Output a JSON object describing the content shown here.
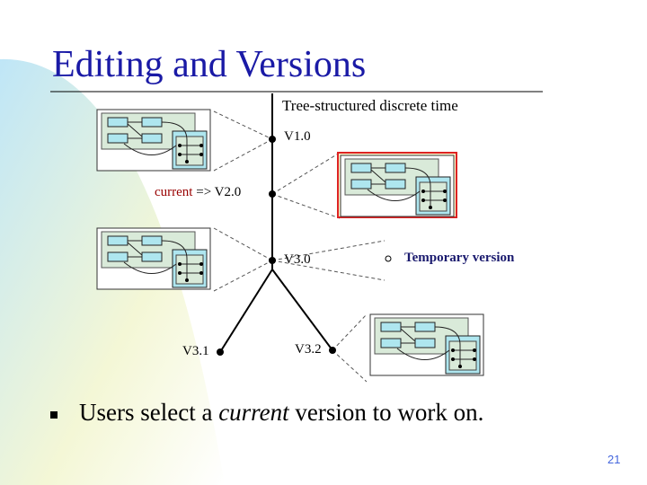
{
  "slide": {
    "title": "Editing and Versions",
    "subtitle": "Tree-structured discrete time",
    "versions": {
      "v10": "V1.0",
      "v20": "V2.0",
      "v30": "V3.0",
      "v31": "V3.1",
      "v32": "V3.2"
    },
    "current_word": "current",
    "current_arrow": "=>",
    "temporary_label": "Temporary version",
    "bullet": {
      "before": "Users select a ",
      "emphasis": "current",
      "after": " version to work on."
    },
    "page_number": "21",
    "colors": {
      "title": "#1a1aa6",
      "panel_fill": "#d9ead9",
      "node_fill": "#aee6ef",
      "temporary_border": "#dd2222",
      "temporary_fill": "#fff7cc"
    }
  }
}
